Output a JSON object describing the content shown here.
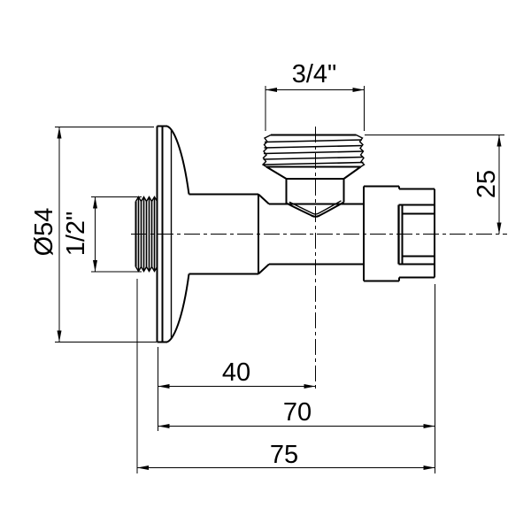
{
  "drawing": {
    "kind": "technical-dimension-drawing",
    "subject": "angle-valve-side-view",
    "background_color": "#ffffff",
    "line_color": "#000000",
    "labels": {
      "top_thread_size": "3/4\"",
      "thread_top_to_axis": "25",
      "flange_diameter": "Ø54",
      "inlet_thread_size": "1/2\"",
      "flange_to_outlet_axis": "40",
      "flange_to_nut_end": "70",
      "overall_length": "75"
    }
  }
}
